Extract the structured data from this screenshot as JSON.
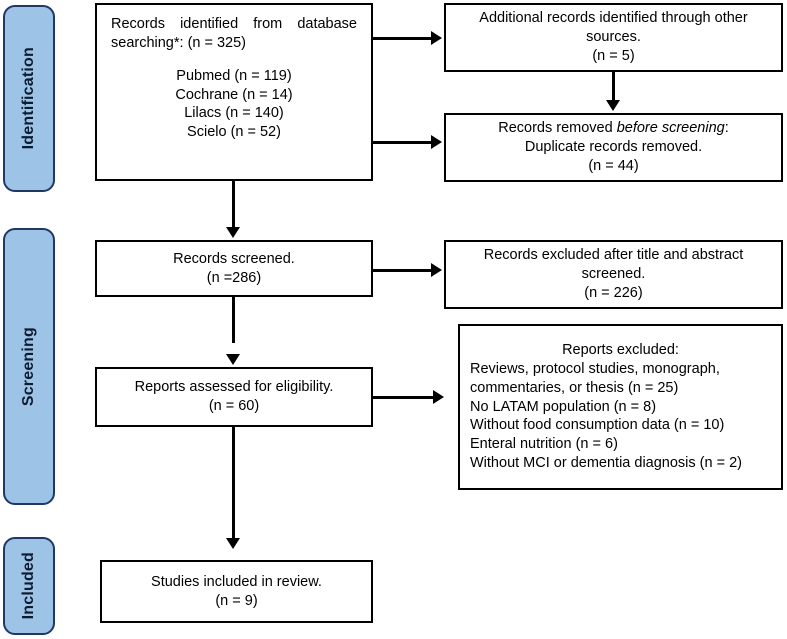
{
  "diagram": {
    "title": "PRISMA flow diagram",
    "accent_blue": "#9DC3E6",
    "accent_border": "#1F3864",
    "line_color": "#000000"
  },
  "stages": [
    {
      "id": "identification",
      "label": "Identification"
    },
    {
      "id": "screening",
      "label": "Screening"
    },
    {
      "id": "included",
      "label": "Included"
    }
  ],
  "boxes": {
    "records_identified": {
      "line1": "Records identified from database",
      "line2": "searching*: (n = 325)",
      "source1": "Pubmed (n = 119)",
      "source2": "Cochrane (n = 14)",
      "source3": "Lilacs (n = 140)",
      "source4": "Scielo (n = 52)"
    },
    "additional_records": {
      "line1": "Additional records identified through other",
      "line2": "sources.",
      "line3": "(n = 5)"
    },
    "records_removed": {
      "line1_a": "Records removed ",
      "line1_em": "before screening",
      "line1_b": ":",
      "line2": "Duplicate records removed.",
      "line3": "(n = 44)"
    },
    "records_screened": {
      "line1": "Records screened.",
      "line2": "(n =286)"
    },
    "records_excluded": {
      "line1": "Records excluded after title and abstract",
      "line2": "screened.",
      "line3": "(n = 226)"
    },
    "reports_assessed": {
      "line1": "Reports assessed for eligibility.",
      "line2": "(n = 60)"
    },
    "reports_excluded": {
      "heading": "Reports excluded:",
      "reason1": "Reviews, protocol studies, monograph,",
      "reason2": "commentaries, or thesis (n = 25)",
      "reason3": "No LATAM population (n = 8)",
      "reason4": "Without food consumption data (n = 10)",
      "reason5": "Enteral nutrition (n = 6)",
      "reason6": "Without MCI or dementia diagnosis (n = 2)"
    },
    "studies_included": {
      "line1": "Studies included in review.",
      "line2": "(n = 9)"
    }
  }
}
